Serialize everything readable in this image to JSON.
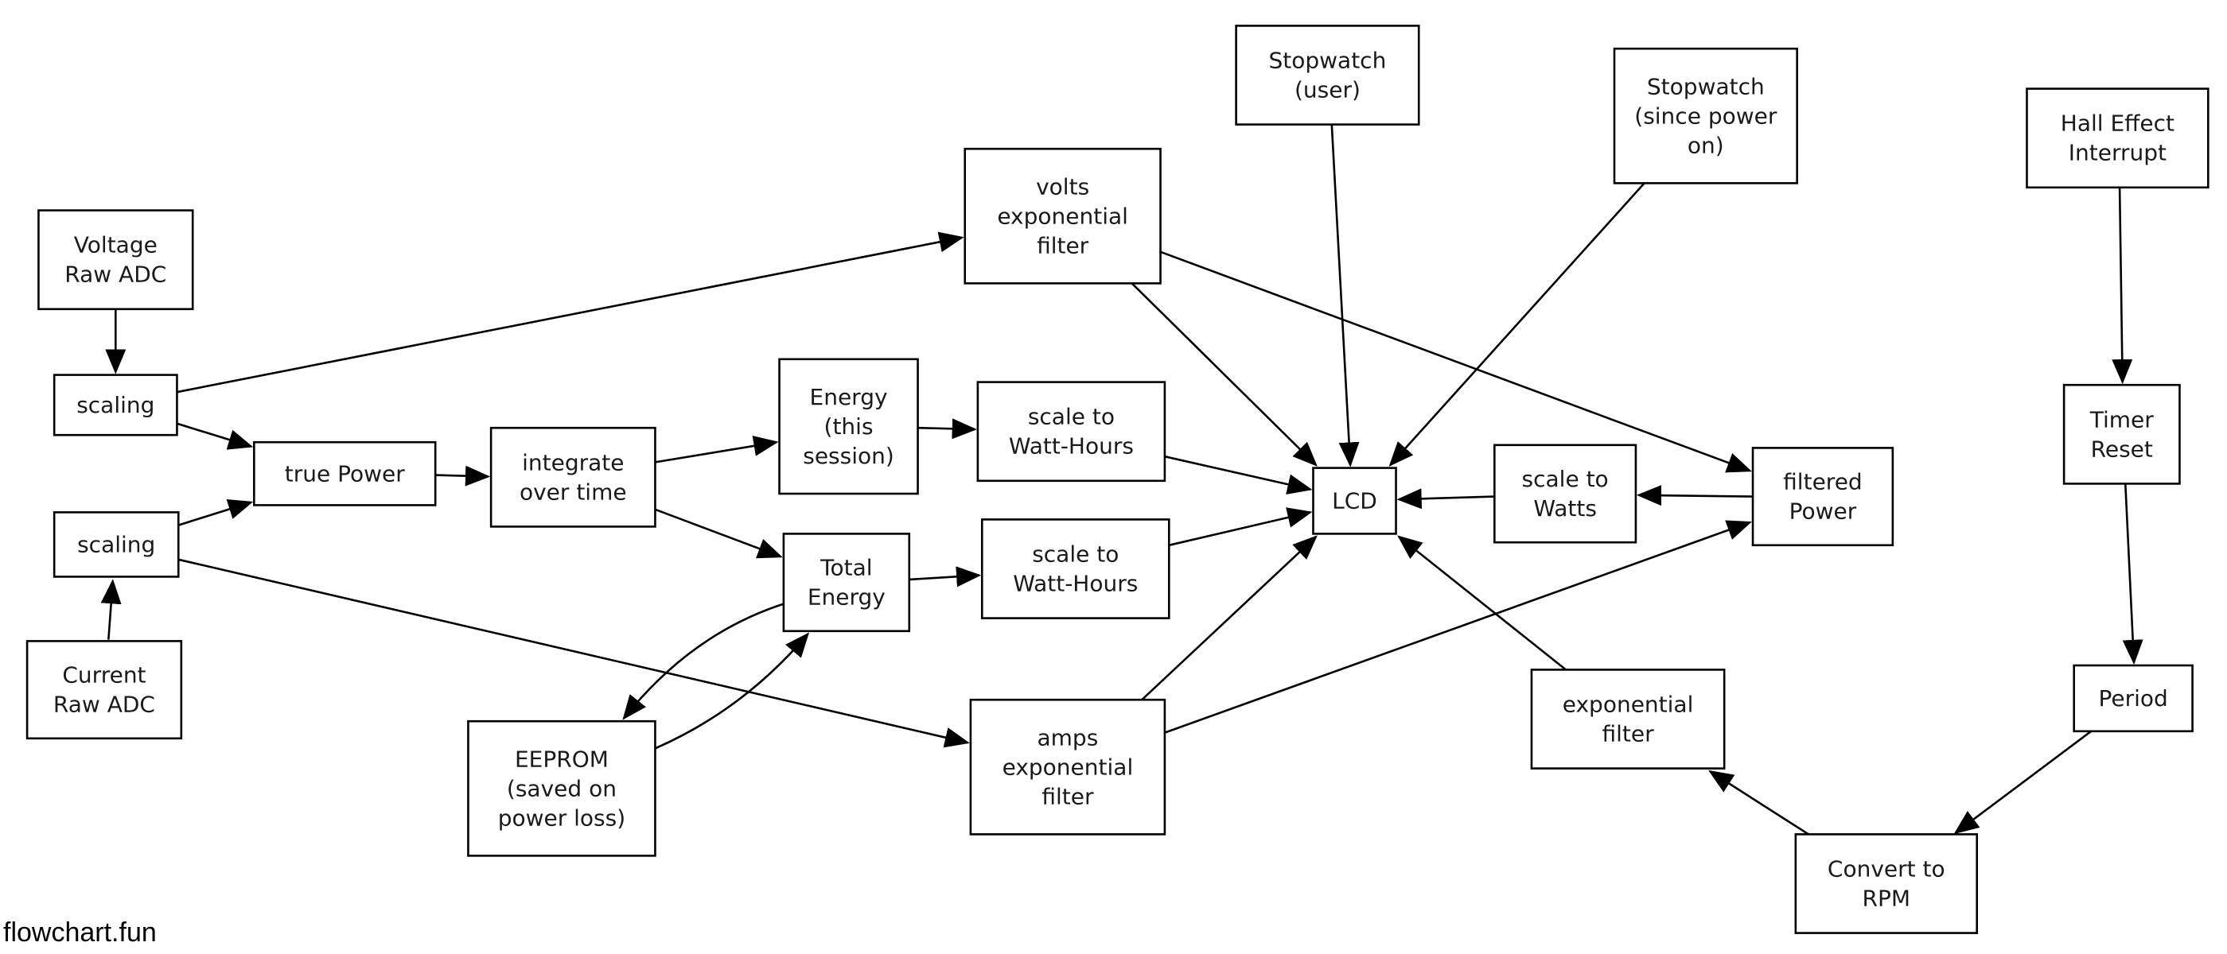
{
  "nodes": {
    "stopwatch_user": {
      "lines": [
        "Stopwatch",
        "(user)"
      ]
    },
    "stopwatch_power": {
      "lines": [
        "Stopwatch",
        "(since power",
        "on)"
      ]
    },
    "hall_effect": {
      "lines": [
        "Hall Effect",
        "Interrupt"
      ]
    },
    "volts_filter": {
      "lines": [
        "volts",
        "exponential",
        "filter"
      ]
    },
    "voltage_raw": {
      "lines": [
        "Voltage",
        "Raw ADC"
      ]
    },
    "scaling_top": {
      "lines": [
        "scaling"
      ]
    },
    "true_power": {
      "lines": [
        "true Power"
      ]
    },
    "integrate": {
      "lines": [
        "integrate",
        "over time"
      ]
    },
    "energy_session": {
      "lines": [
        "Energy",
        "(this",
        "session)"
      ]
    },
    "scale_wh_top": {
      "lines": [
        "scale to",
        "Watt-Hours"
      ]
    },
    "lcd": {
      "lines": [
        "LCD"
      ]
    },
    "scale_watts": {
      "lines": [
        "scale to",
        "Watts"
      ]
    },
    "filtered_power": {
      "lines": [
        "filtered",
        "Power"
      ]
    },
    "timer_reset": {
      "lines": [
        "Timer",
        "Reset"
      ]
    },
    "scaling_bottom": {
      "lines": [
        "scaling"
      ]
    },
    "total_energy": {
      "lines": [
        "Total",
        "Energy"
      ]
    },
    "scale_wh_bottom": {
      "lines": [
        "scale to",
        "Watt-Hours"
      ]
    },
    "current_raw": {
      "lines": [
        "Current",
        "Raw ADC"
      ]
    },
    "eeprom": {
      "lines": [
        "EEPROM",
        "(saved on",
        "power loss)"
      ]
    },
    "amps_filter": {
      "lines": [
        "amps",
        "exponential",
        "filter"
      ]
    },
    "exp_filter": {
      "lines": [
        "exponential",
        "filter"
      ]
    },
    "period": {
      "lines": [
        "Period"
      ]
    },
    "convert_rpm": {
      "lines": [
        "Convert to",
        "RPM"
      ]
    }
  },
  "edges": [
    {
      "from": "voltage_raw",
      "to": "scaling_top"
    },
    {
      "from": "current_raw",
      "to": "scaling_bottom"
    },
    {
      "from": "scaling_top",
      "to": "volts_filter"
    },
    {
      "from": "scaling_top",
      "to": "true_power"
    },
    {
      "from": "scaling_bottom",
      "to": "true_power"
    },
    {
      "from": "scaling_bottom",
      "to": "amps_filter"
    },
    {
      "from": "true_power",
      "to": "integrate"
    },
    {
      "from": "integrate",
      "to": "energy_session"
    },
    {
      "from": "integrate",
      "to": "total_energy"
    },
    {
      "from": "energy_session",
      "to": "scale_wh_top"
    },
    {
      "from": "total_energy",
      "to": "scale_wh_bottom"
    },
    {
      "from": "total_energy",
      "to": "eeprom"
    },
    {
      "from": "eeprom",
      "to": "total_energy"
    },
    {
      "from": "scale_wh_top",
      "to": "lcd"
    },
    {
      "from": "scale_wh_bottom",
      "to": "lcd"
    },
    {
      "from": "volts_filter",
      "to": "lcd"
    },
    {
      "from": "volts_filter",
      "to": "filtered_power"
    },
    {
      "from": "amps_filter",
      "to": "lcd"
    },
    {
      "from": "amps_filter",
      "to": "filtered_power"
    },
    {
      "from": "stopwatch_user",
      "to": "lcd"
    },
    {
      "from": "stopwatch_power",
      "to": "lcd"
    },
    {
      "from": "filtered_power",
      "to": "scale_watts"
    },
    {
      "from": "scale_watts",
      "to": "lcd"
    },
    {
      "from": "exp_filter",
      "to": "lcd"
    },
    {
      "from": "hall_effect",
      "to": "timer_reset"
    },
    {
      "from": "timer_reset",
      "to": "period"
    },
    {
      "from": "period",
      "to": "convert_rpm"
    },
    {
      "from": "convert_rpm",
      "to": "exp_filter"
    }
  ],
  "watermark": "flowchart.fun",
  "colors": {
    "stroke": "#000000",
    "text": "#1a1a1a",
    "background": "#ffffff"
  }
}
